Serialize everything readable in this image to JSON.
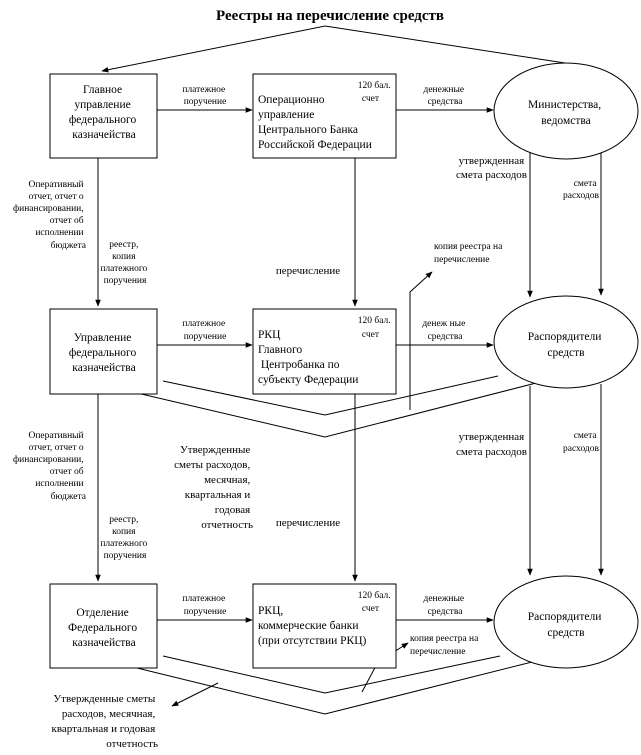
{
  "title": "Реестры на перечисление средств",
  "nodes": {
    "gufk": [
      "Главное",
      "управление",
      "федерального",
      "казначейства"
    ],
    "ou_cb": [
      "Операционно",
      "управление",
      "Центрального Банка",
      "Российской Федерации"
    ],
    "ministries": [
      "Министерства,",
      "ведомства"
    ],
    "ufk": [
      "Управление",
      "федерального",
      "казначейства"
    ],
    "rkc1": [
      "РКЦ",
      "Главного",
      " Центробанка по",
      "субъекту Федерации"
    ],
    "disp1": [
      "Распорядители",
      "средств"
    ],
    "ofk": [
      "Отделение",
      "Федерального",
      "казначейства"
    ],
    "rkc2": [
      "РКЦ,",
      "коммерческие банки",
      "(при отсутствии РКЦ)"
    ],
    "disp2": [
      "Распорядители",
      "средств"
    ]
  },
  "account_120": [
    "120 бал.",
    "счет"
  ],
  "labels": {
    "payment_order": [
      "платежное",
      "поручение"
    ],
    "money": [
      "денежные",
      "средства"
    ],
    "money_spaced": [
      "денеж ные",
      "средства"
    ],
    "approved_estimate": [
      "утвержденная",
      "смета расходов"
    ],
    "estimate": [
      "смета",
      "расходов"
    ],
    "transfer": "перечисление",
    "registry_copy": [
      "копия реестра на",
      "перечисление"
    ],
    "registry_copy_po": [
      "реестр,",
      "копия",
      "платежного",
      "поручения"
    ],
    "operative_report": [
      "Оперативный",
      "отчет, отчет о",
      "финансировании,",
      "отчет об",
      "исполнении",
      "бюджета"
    ],
    "operative_report2": [
      "Оперативный",
      "отчет, отчет о",
      "финансировании,",
      "отчет об",
      "исполнении",
      "бюджета"
    ],
    "approved_estimates_mid": [
      "Утвержденные",
      "сметы расходов,",
      "месячная,",
      "квартальная и",
      "годовая",
      "отчетность"
    ],
    "approved_estimates_bottom": [
      "Утвержденные сметы",
      "расходов, месячная,",
      "квартальная и годовая",
      "отчетность"
    ]
  }
}
